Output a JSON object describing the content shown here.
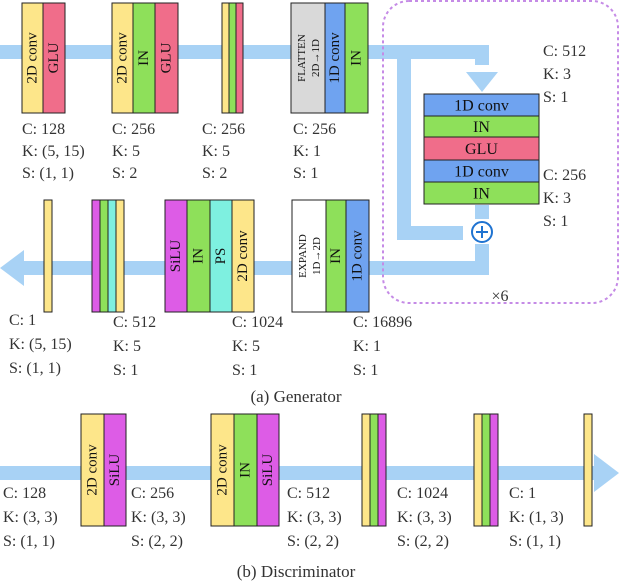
{
  "colors": {
    "conv": "#fde68a",
    "glu": "#f06d8a",
    "in": "#8ee05a",
    "conv1d": "#6fa3f0",
    "silu": "#dd5ce6",
    "ps": "#7ef0e0",
    "flatten": "#d9d9d9",
    "expand": "#ffffff",
    "arrow": "#a8d2f5",
    "loop": "#c58be6",
    "plus": "#1f73d1"
  },
  "labels": {
    "conv2d": "2D conv",
    "conv1d": "1D conv",
    "glu": "GLU",
    "in": "IN",
    "silu": "SiLU",
    "ps": "PS",
    "flatten_title": "FLATTEN",
    "flatten_sub": "2D→1D",
    "expand_title": "EXPAND",
    "expand_sub": "1D→2D",
    "times6": "×6",
    "plus": "+"
  },
  "generator": {
    "caption": "(a) Generator",
    "top_params": [
      [
        "C: 128",
        "K: (5, 15)",
        "S: (1, 1)"
      ],
      [
        "C: 256",
        "K: 5",
        "S: 2"
      ],
      [
        "C: 256",
        "K: 5",
        "S: 2"
      ],
      [
        "C: 256",
        "K: 1",
        "S: 1"
      ]
    ],
    "res_params": [
      [
        "C: 512",
        "K: 3",
        "S: 1"
      ],
      [
        "C: 256",
        "K: 3",
        "S: 1"
      ]
    ],
    "bottom_params": [
      [
        "C: 1",
        "K: (5, 15)",
        "S: (1, 1)"
      ],
      [
        "C: 512",
        "K: 5",
        "S: 1"
      ],
      [
        "C: 1024",
        "K: 5",
        "S: 1"
      ],
      [
        "C: 16896",
        "K: 1",
        "S: 1"
      ]
    ]
  },
  "discriminator": {
    "caption": "(b) Discriminator",
    "params": [
      [
        "C: 128",
        "K: (3, 3)",
        "S: (1, 1)"
      ],
      [
        "C: 256",
        "K: (3, 3)",
        "S: (2, 2)"
      ],
      [
        "C: 512",
        "K: (3, 3)",
        "S: (2, 2)"
      ],
      [
        "C: 1024",
        "K: (3, 3)",
        "S: (2, 2)"
      ],
      [
        "C: 1",
        "K: (1, 3)",
        "S: (1, 1)"
      ]
    ]
  }
}
